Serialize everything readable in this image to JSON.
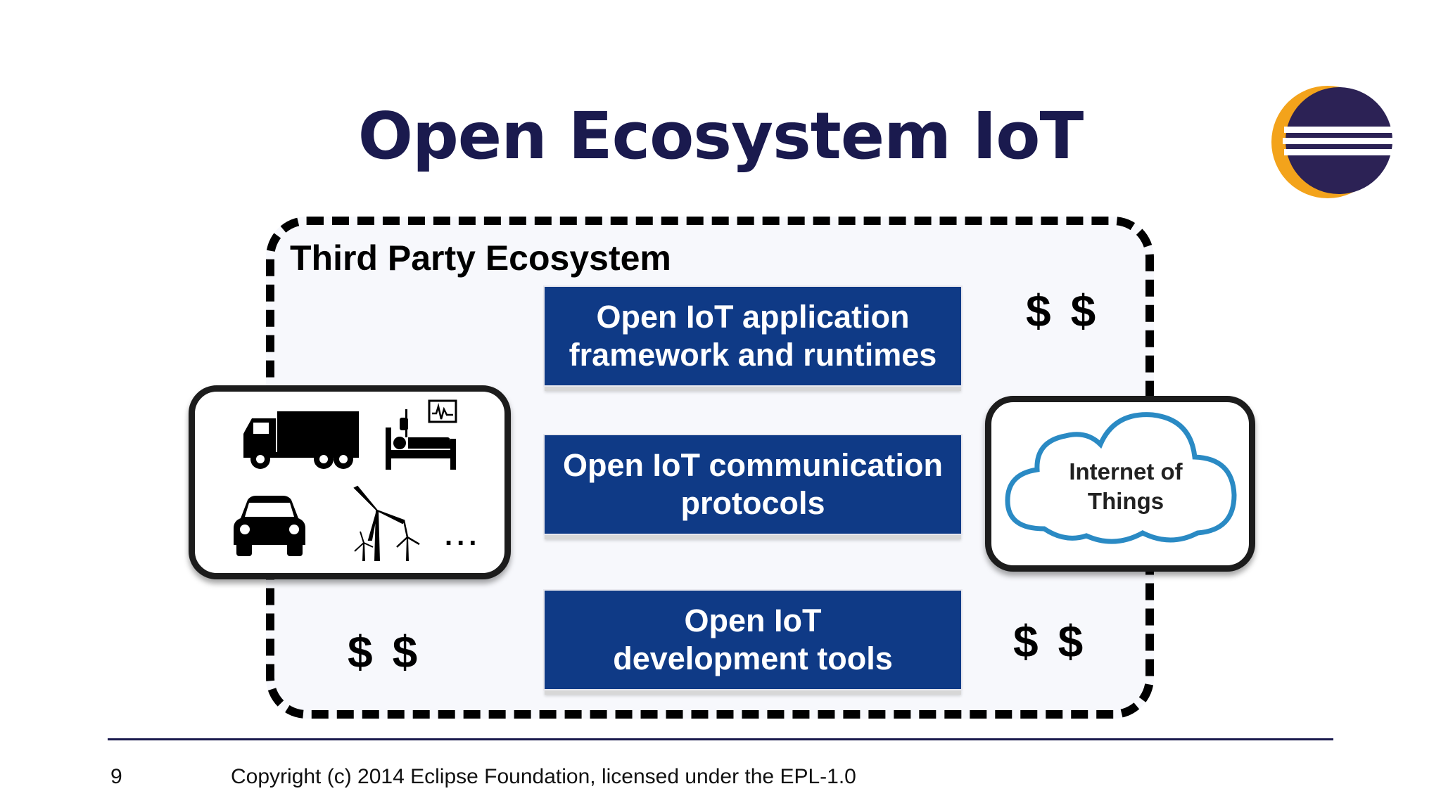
{
  "slide": {
    "title": "Open Ecosystem IoT",
    "page_number": "9",
    "copyright": "Copyright (c) 2014 Eclipse Foundation, licensed under the EPL-1.0"
  },
  "ecosystem": {
    "label": "Third Party Ecosystem"
  },
  "layers": [
    {
      "label": "Open IoT application\nframework and runtimes"
    },
    {
      "label": "Open IoT communication\nprotocols"
    },
    {
      "label": "Open IoT\ndevelopment tools"
    }
  ],
  "dollars": {
    "top_right": "$$",
    "bottom_left": "$$",
    "bottom_right": "$$"
  },
  "devices": {
    "icons": [
      "truck-icon",
      "hospital-bed-icon",
      "car-icon",
      "wind-turbine-icon"
    ],
    "more": "..."
  },
  "cloud": {
    "label": "Internet of\nThings"
  },
  "colors": {
    "title": "#1a1a4e",
    "layer_fill": "#0f3a86",
    "cloud_stroke": "#2a8ac4",
    "logo_orange": "#f39c12",
    "logo_navy": "#2c2255"
  }
}
